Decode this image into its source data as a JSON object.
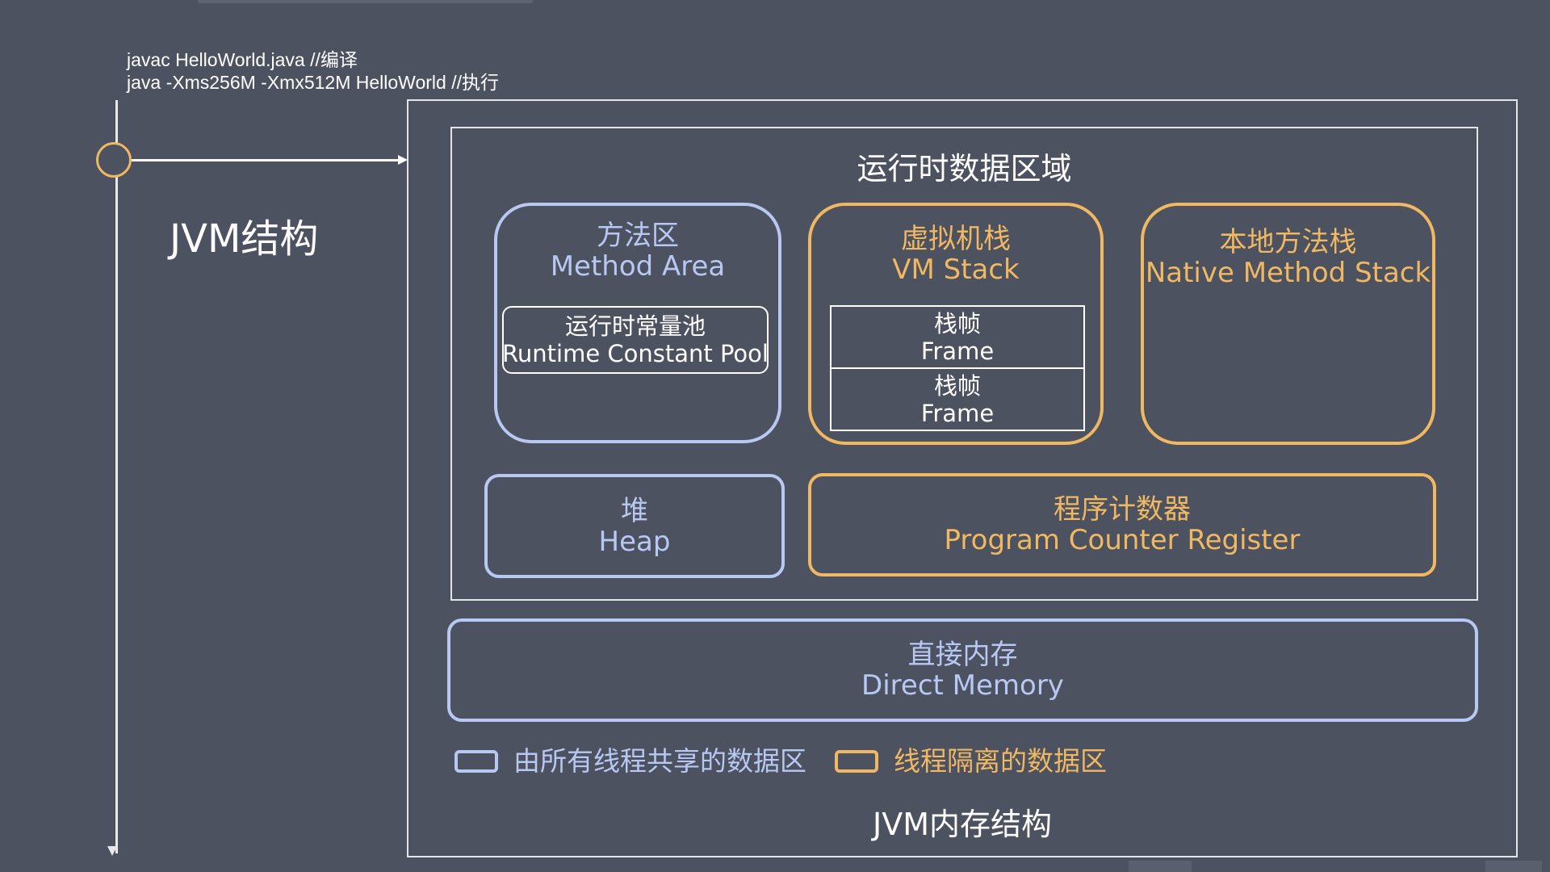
{
  "commands": {
    "compile": "javac HelloWorld.java //编译",
    "execute": "java -Xms256M -Xmx512M HelloWorld //执行"
  },
  "timeline": {
    "title": "JVM结构"
  },
  "runtime_area": {
    "title": "运行时数据区域"
  },
  "method_area": {
    "name_cn": "方法区",
    "name_en": "Method Area",
    "constant_pool": {
      "name_cn": "运行时常量池",
      "name_en": "Runtime Constant Pool"
    }
  },
  "vm_stack": {
    "name_cn": "虚拟机栈",
    "name_en": "VM Stack",
    "frames": [
      {
        "name_cn": "栈帧",
        "name_en": "Frame"
      },
      {
        "name_cn": "栈帧",
        "name_en": "Frame"
      }
    ]
  },
  "native_stack": {
    "name_cn": "本地方法栈",
    "name_en": "Native Method Stack"
  },
  "heap": {
    "name_cn": "堆",
    "name_en": "Heap"
  },
  "pc_register": {
    "name_cn": "程序计数器",
    "name_en": "Program Counter Register"
  },
  "direct_memory": {
    "name_cn": "直接内存",
    "name_en": "Direct Memory"
  },
  "legend": {
    "shared": "由所有线程共享的数据区",
    "isolated": "线程隔离的数据区"
  },
  "memory_title": "JVM内存结构",
  "colors": {
    "shared": "#b8c8f2",
    "isolated": "#f0b863",
    "background": "#4d5260"
  }
}
